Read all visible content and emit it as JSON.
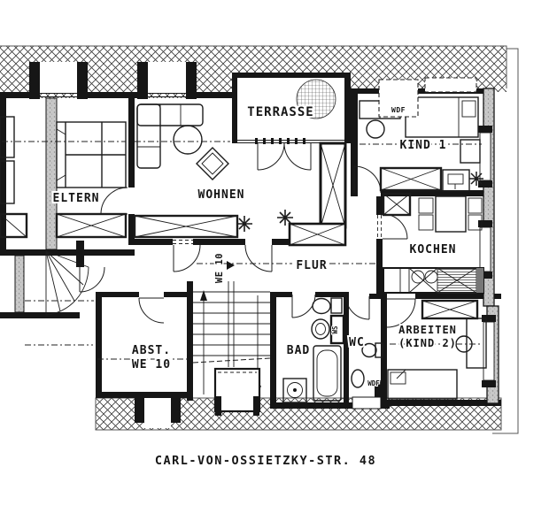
{
  "address": "CARL-VON-OSSIETZKY-STR. 48",
  "rooms": {
    "eltern": "ELTERN",
    "wohnen": "WOHNEN",
    "terrasse": "TERRASSE",
    "kind1": "KIND 1",
    "kochen": "KOCHEN",
    "flur": "FLUR",
    "abst_line1": "ABST.",
    "abst_line2": "WE 10",
    "bad": "BAD",
    "wc": "WC",
    "arbeiten_line1": "ARBEITEN",
    "arbeiten_line2": "(KIND 2)"
  },
  "annotations": {
    "wdf_roof_window": "WDF",
    "wdf_wc_window": "WDF",
    "ws_shaft": "WS",
    "we10_entrance": "WE 10"
  },
  "colors": {
    "ink": "#161616",
    "paper": "#ffffff",
    "wall_gray": "#c8c8c8"
  }
}
